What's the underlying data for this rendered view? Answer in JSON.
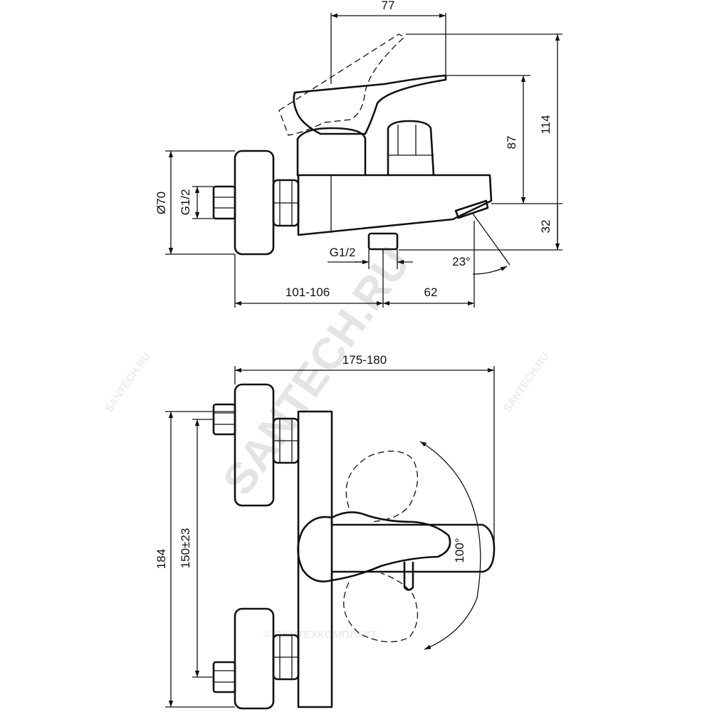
{
  "dimensions": {
    "top_width": "77",
    "lever_height": "114",
    "spout_height": "87",
    "spout_drop": "32",
    "rosette_dia": "Ø70",
    "inlet_thread": "G1/2",
    "outlet_thread": "G1/2",
    "spout_angle": "23°",
    "wall_to_outlet": "101-106",
    "outlet_to_spout": "62",
    "total_width": "175-180",
    "total_height": "184",
    "centres": "150±23",
    "lever_rotation": "100°"
  },
  "watermarks": {
    "main": "SANTECH.RU",
    "side_left": "SANTECH.RU",
    "side_right": "SANTECH.RU",
    "bottom": "© САНТЕХКОМПЛЕКТ"
  },
  "colors": {
    "line": "#111111",
    "watermark": "#e4e4e4",
    "background": "#ffffff"
  }
}
